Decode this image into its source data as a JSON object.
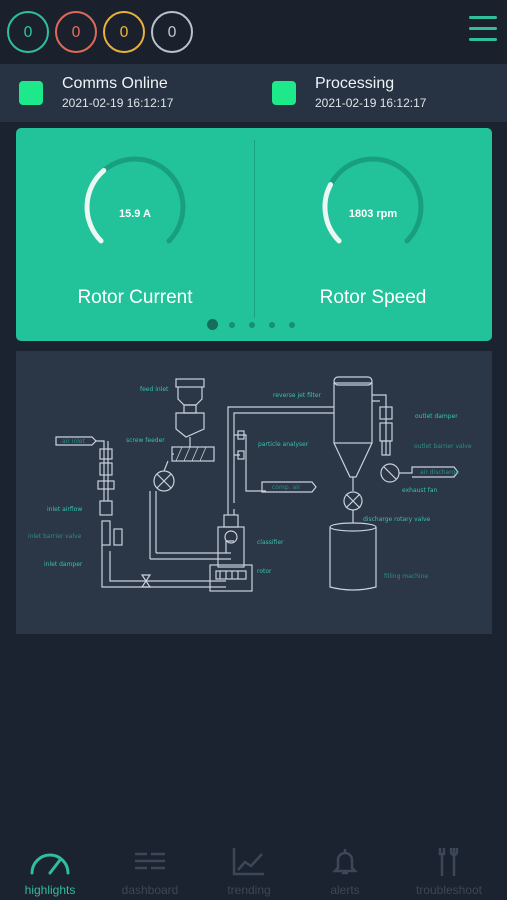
{
  "counters": [
    "0",
    "0",
    "0",
    "0"
  ],
  "status": [
    {
      "title": "Comms Online",
      "time": "2021-02-19 16:12:17"
    },
    {
      "title": "Processing",
      "time": "2021-02-19 16:12:17"
    }
  ],
  "gauges": [
    {
      "value": "15.9 A",
      "label": "Rotor Current",
      "fill": 0.35
    },
    {
      "value": "1803 rpm",
      "label": "Rotor Speed",
      "fill": 0.27
    }
  ],
  "pager": {
    "pages": 5,
    "active": 0
  },
  "diagram": {
    "labels": {
      "feed_inlet": "feed inlet",
      "reverse_jet_filter": "reverse jet filter",
      "outlet_damper": "outlet damper",
      "outlet_barrier_valve": "outlet barrier valve",
      "air_inlet": "air inlet",
      "screw_feeder": "screw feeder",
      "particle_analyser": "particle analyser",
      "air_discharge": "air discharge",
      "exhaust_fan": "exhaust fan",
      "comp_air": "comp. air",
      "inlet_airflow": "inlet airflow",
      "discharge_rotary_valve": "discharge rotary valve",
      "inlet_barrier_valve": "inlet barrier valve",
      "classifier": "classifier",
      "inlet_damper": "inlet damper",
      "rotor": "rotor",
      "filling_machine": "filling machine"
    }
  },
  "nav": [
    {
      "label": "highlights",
      "icon": "gauge-icon",
      "active": true
    },
    {
      "label": "dashboard",
      "icon": "dashboard-icon",
      "active": false
    },
    {
      "label": "trending",
      "icon": "trending-icon",
      "active": false
    },
    {
      "label": "alerts",
      "icon": "bell-icon",
      "active": false
    },
    {
      "label": "troubleshoot",
      "icon": "tools-icon",
      "active": false
    }
  ],
  "colors": {
    "accent": "#2fbf9f",
    "card": "#22c39a",
    "status_ok": "#1de88a",
    "counter_colors": [
      "#2fbf9f",
      "#e06a58",
      "#e8b13a",
      "#b9c1cb"
    ]
  }
}
